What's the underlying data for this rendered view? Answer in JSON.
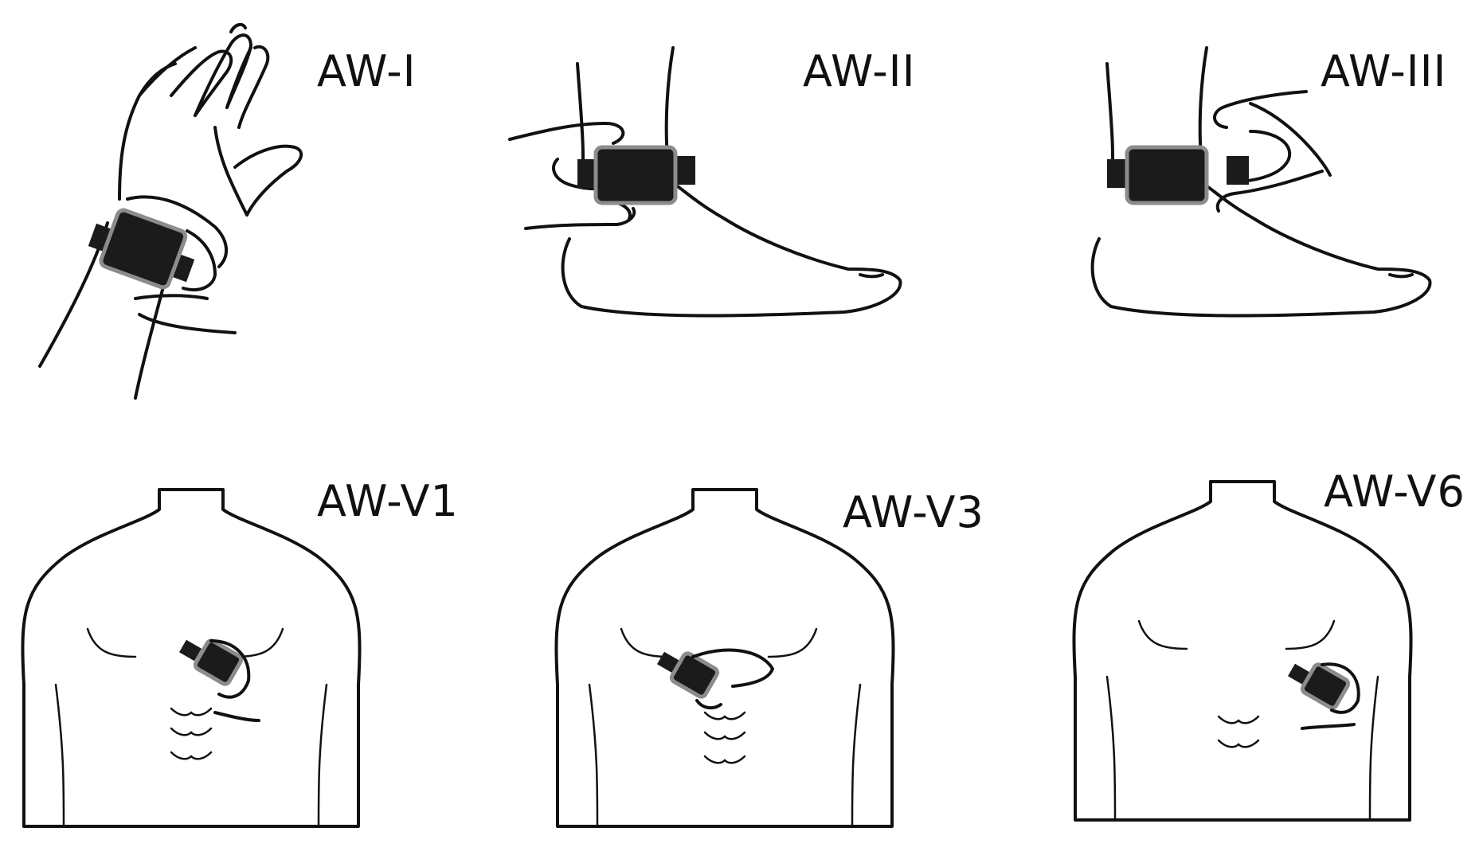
{
  "figure": {
    "panels": [
      {
        "id": "aw-i",
        "label": "AW-I",
        "site": "wrist"
      },
      {
        "id": "aw-ii",
        "label": "AW-II",
        "site": "ankle"
      },
      {
        "id": "aw-iii",
        "label": "AW-III",
        "site": "ankle"
      },
      {
        "id": "aw-v1",
        "label": "AW-V1",
        "site": "chest"
      },
      {
        "id": "aw-v3",
        "label": "AW-V3",
        "site": "chest"
      },
      {
        "id": "aw-v6",
        "label": "AW-V6",
        "site": "chest"
      }
    ],
    "colors": {
      "line": "#111111",
      "device": "#1b1b1b",
      "device_rim": "#8c8c8c",
      "background": "#ffffff"
    }
  }
}
